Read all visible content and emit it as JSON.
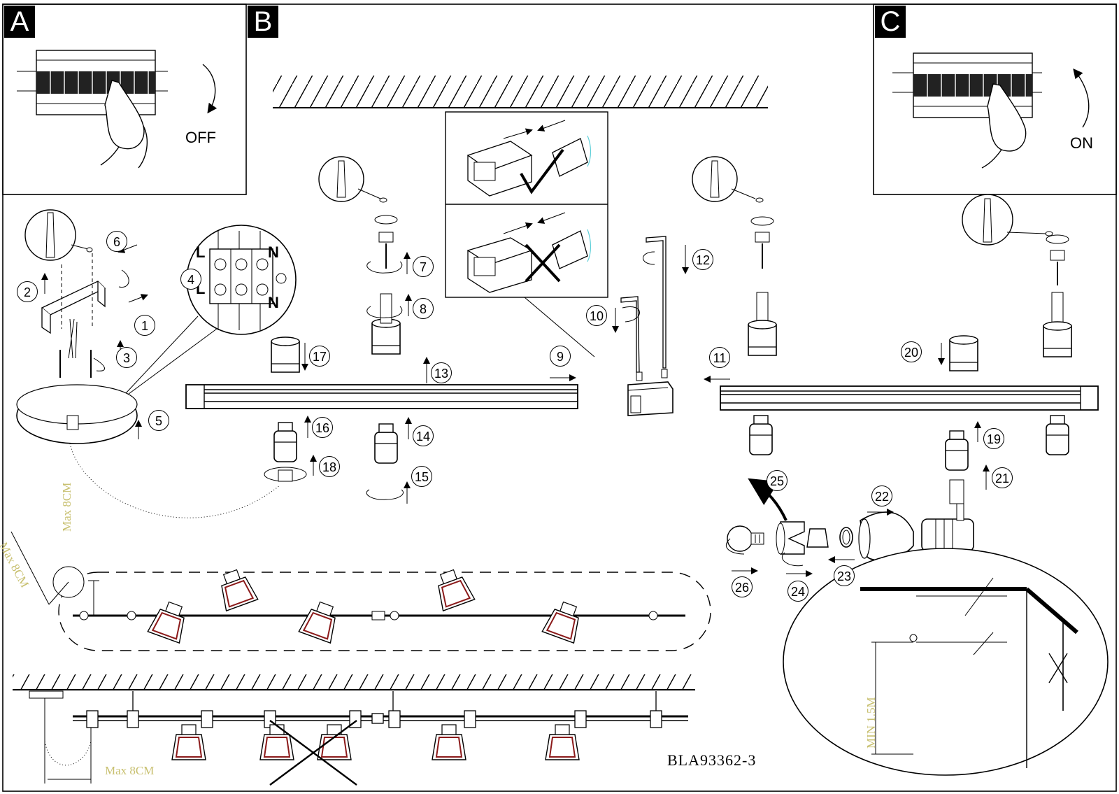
{
  "panels": {
    "a": {
      "letter": "A",
      "state": "OFF"
    },
    "b": {
      "letter": "B"
    },
    "c": {
      "letter": "C",
      "state": "ON"
    }
  },
  "terminal": {
    "live": "L",
    "neutral": "N"
  },
  "steps": [
    "1",
    "2",
    "3",
    "4",
    "5",
    "6",
    "7",
    "8",
    "9",
    "10",
    "11",
    "12",
    "13",
    "14",
    "15",
    "16",
    "17",
    "18",
    "19",
    "20",
    "21",
    "22",
    "23",
    "24",
    "25",
    "26"
  ],
  "dimensions": {
    "max_vertical": "Max 8CM",
    "max_diagonal": "Max 8CM",
    "max_horizontal": "Max 8CM",
    "min_height": "MIN 1.5M"
  },
  "model_code": "BLA93362-3",
  "colors": {
    "ink": "#000000",
    "dimension": "#c8c070",
    "lamp_red": "#8b1a1a",
    "cyan_edge": "#5ecfd8"
  }
}
